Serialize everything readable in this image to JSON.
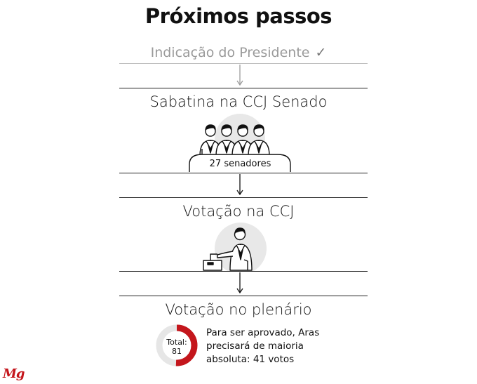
{
  "title": "Próximos passos",
  "steps": [
    {
      "label": "Indicação do Presidente",
      "status_icon": "checkmark-icon",
      "check_glyph": "✓"
    },
    {
      "label": "Sabatina na CCJ Senado",
      "caption": "27 senadores"
    },
    {
      "label": "Votação na CCJ"
    },
    {
      "label": "Votação no plenário"
    }
  ],
  "plenario": {
    "donut": {
      "total_label": "Total:",
      "total_value": "81",
      "majority_value": 41,
      "majority_fraction": 0.506
    },
    "note": "Para ser aprovado, Aras precisará de maioria absoluta: 41 votos"
  },
  "brand": {
    "logo_text": "Mg"
  },
  "colors": {
    "accent": "#c4161c",
    "muted_text": "#9a9a9a",
    "donut_track": "#e6e6e6",
    "circle_bg": "#e8e8e8"
  }
}
